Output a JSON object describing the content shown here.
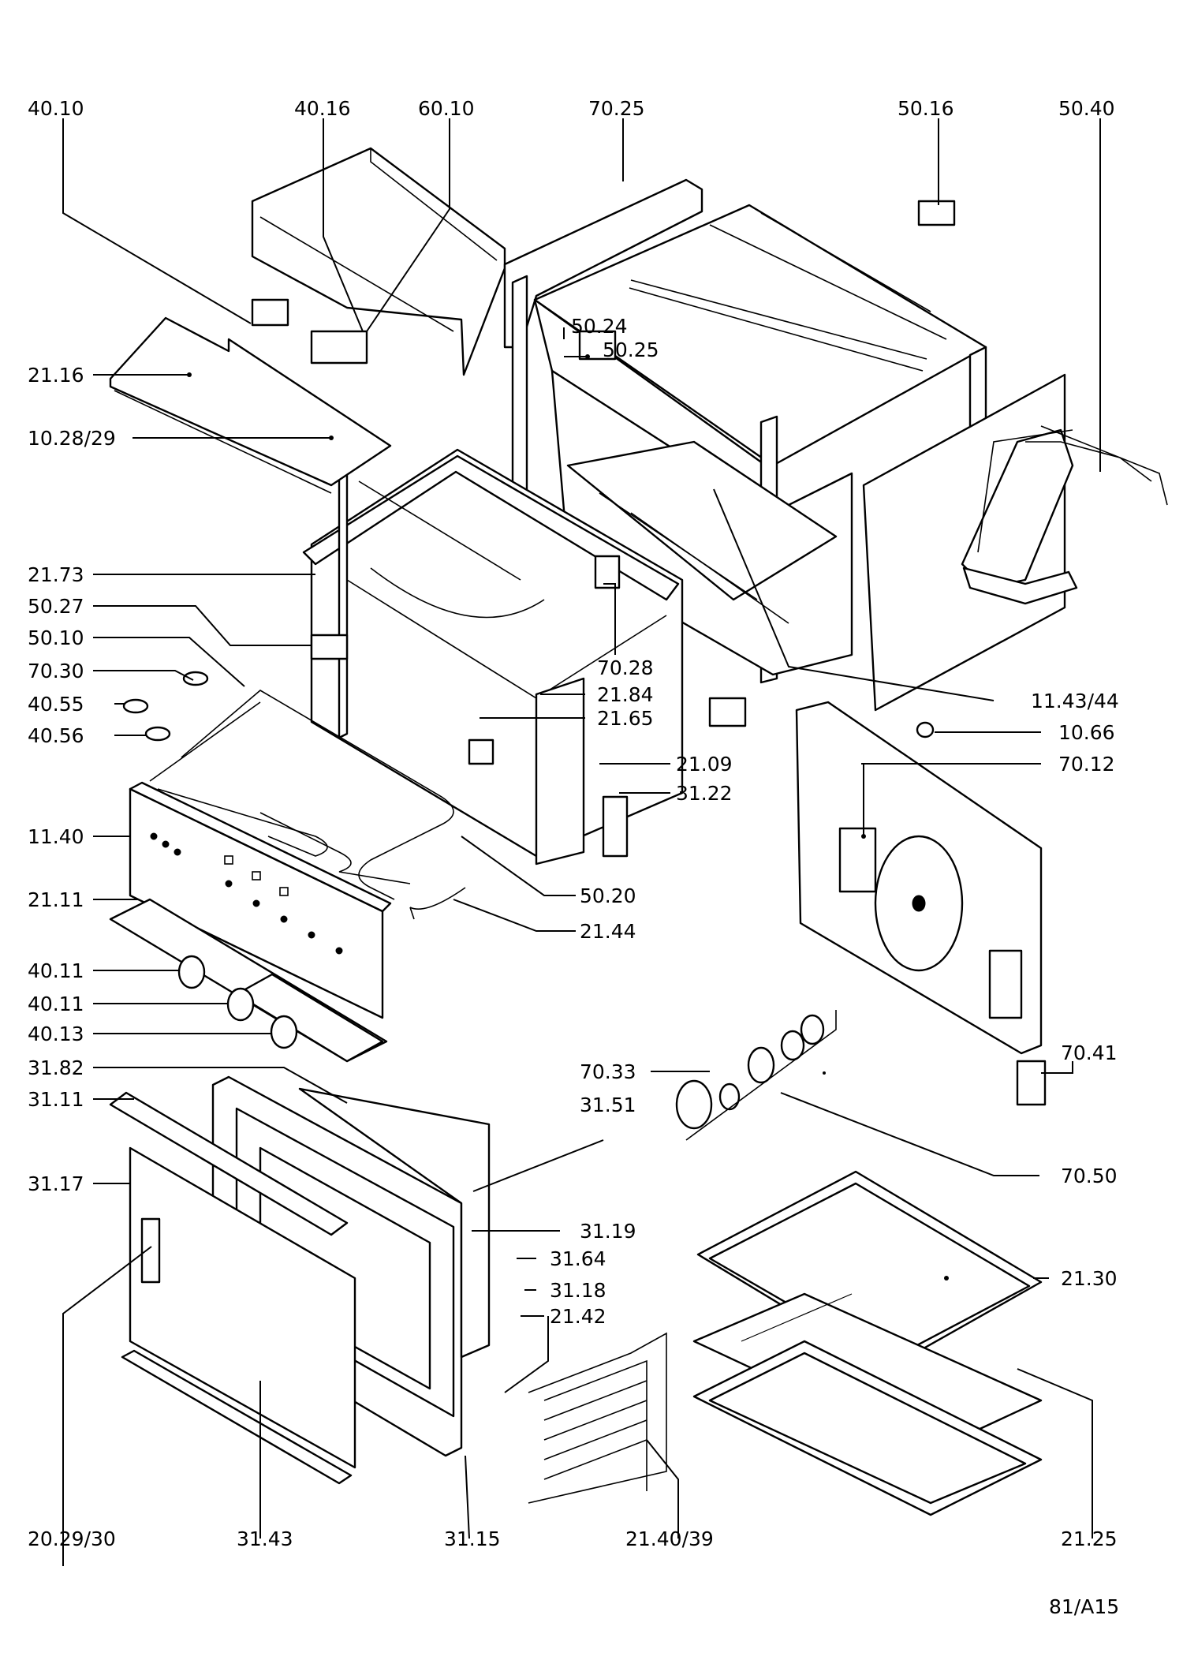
{
  "diagram": {
    "drawing_code": "81/A15",
    "labels": {
      "l_40_10": "40.10",
      "l_40_16": "40.16",
      "l_60_10": "60.10",
      "l_70_25": "70.25",
      "l_50_16": "50.16",
      "l_50_40": "50.40",
      "l_21_16": "21.16",
      "l_10_28": "10.28/29",
      "l_50_24": "50.24",
      "l_50_25": "50.25",
      "l_21_73": "21.73",
      "l_50_27": "50.27",
      "l_50_10": "50.10",
      "l_70_30": "70.30",
      "l_40_55": "40.55",
      "l_40_56": "40.56",
      "l_70_28": "70.28",
      "l_21_84": "21.84",
      "l_21_65": "21.65",
      "l_11_43": "11.43/44",
      "l_10_66": "10.66",
      "l_21_09": "21.09",
      "l_70_12": "70.12",
      "l_31_22": "31.22",
      "l_11_40": "11.40",
      "l_50_20": "50.20",
      "l_21_11": "21.11",
      "l_21_44": "21.44",
      "l_40_11a": "40.11",
      "l_40_11b": "40.11",
      "l_40_13": "40.13",
      "l_31_82": "31.82",
      "l_70_41": "70.41",
      "l_31_11": "31.11",
      "l_70_33": "70.33",
      "l_31_51": "31.51",
      "l_70_50": "70.50",
      "l_31_17": "31.17",
      "l_31_19": "31.19",
      "l_31_64": "31.64",
      "l_21_30": "21.30",
      "l_31_18": "31.18",
      "l_21_42": "21.42",
      "l_20_29": "20.29/30",
      "l_31_43": "31.43",
      "l_31_15": "31.15",
      "l_21_40": "21.40/39",
      "l_21_25": "21.25"
    }
  }
}
